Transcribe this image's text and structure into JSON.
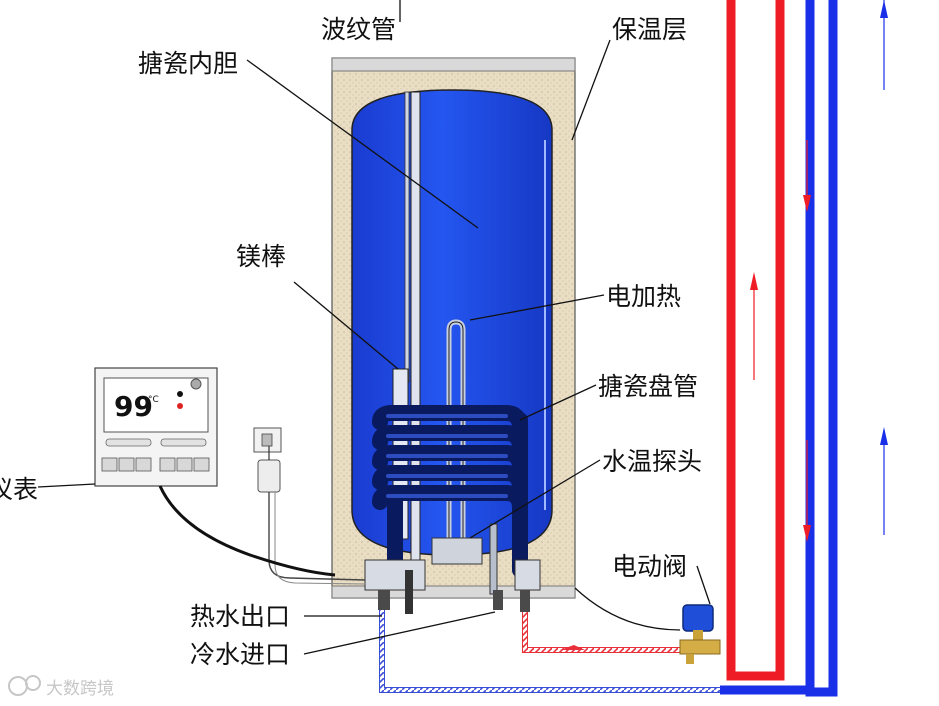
{
  "labels": {
    "corrugated_pipe": "波纹管",
    "enamel_tank": "搪瓷内胆",
    "insulation": "保温层",
    "magnesium_rod": "镁棒",
    "electric_heater": "电加热",
    "enamel_coil": "搪瓷盘管",
    "temp_probe": "水温探头",
    "controller_meter": "仪表",
    "electric_valve": "电动阀",
    "hot_water_outlet": "热水出口",
    "cold_water_inlet": "冷水进口"
  },
  "controller": {
    "temperature": "99",
    "unit": "°C"
  },
  "watermark": {
    "text": "大数跨境"
  },
  "colors": {
    "tank_blue": "#1a44e0",
    "coil_navy": "#0a1f6e",
    "hot_pipe_red": "#ee1c25",
    "cold_pipe_blue": "#1a2fe8",
    "insulation_beige": "#e8dcc0"
  }
}
